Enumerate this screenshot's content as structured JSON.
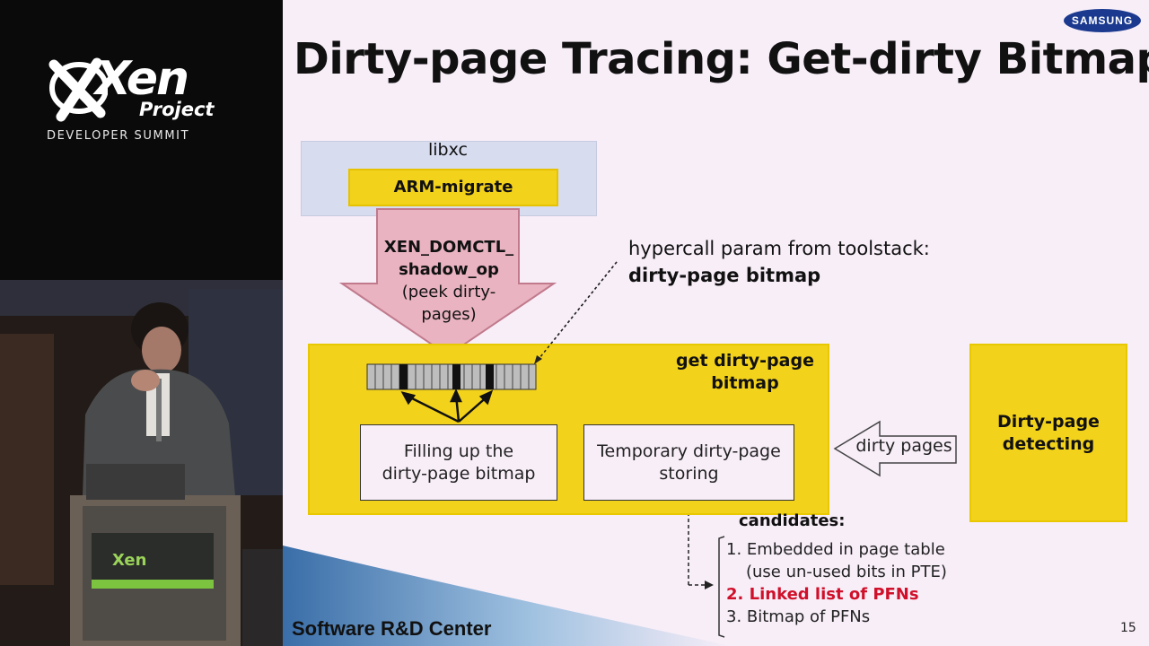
{
  "logo": {
    "word": "Xen",
    "project": "Project",
    "summit": "DEVELOPER SUMMIT"
  },
  "slide": {
    "brand": "SAMSUNG",
    "title": "Dirty-page Tracing: Get-dirty Bitmap",
    "libxc": "libxc",
    "arm_migrate": "ARM-migrate",
    "domctl_line1": "XEN_DOMCTL_",
    "domctl_line2": "shadow_op",
    "domctl_line3": "(peek dirty-",
    "domctl_line4": "pages)",
    "hypercall_line1": "hypercall param from toolstack:",
    "hypercall_line2": "dirty-page bitmap",
    "get_line1": "get dirty-page",
    "get_line2": "bitmap",
    "fill_line1": "Filling up the",
    "fill_line2": "dirty-page bitmap",
    "temp_line1": "Temporary dirty-page",
    "temp_line2": "storing",
    "dirty_pages": "dirty pages",
    "detect_line1": "Dirty-page",
    "detect_line2": "detecting",
    "candidates": "candidates:",
    "item1_line1": "1. Embedded in page table",
    "item1_line2": "(use un-used bits in PTE)",
    "item2": "2. Linked list of PFNs",
    "item3": "3. Bitmap of PFNs",
    "footer": "Software R&D Center",
    "page_number": "15"
  },
  "colors": {
    "yellow": "#f3d21c",
    "highlight_red": "#d0102a",
    "arrow_pink": "#e9b3c1",
    "libxc_blue": "#d7dcef"
  }
}
